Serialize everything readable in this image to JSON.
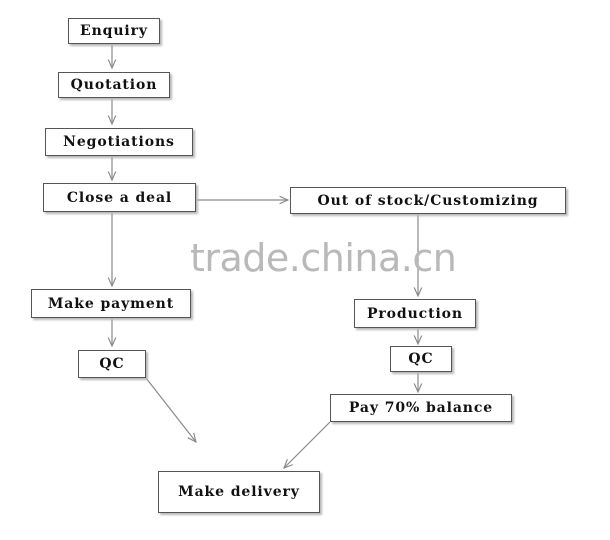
{
  "nodes": {
    "enquiry": "Enquiry",
    "quotation": "Quotation",
    "negotiations": "Negotiations",
    "close_deal": "Close a deal",
    "out_of_stock": "Out of stock/Customizing",
    "make_payment": "Make payment",
    "production": "Production",
    "qc_left": "QC",
    "qc_right": "QC",
    "pay_balance": "Pay 70% balance",
    "make_delivery": "Make delivery"
  },
  "watermark": "trade.china.cn",
  "edges": [
    {
      "from": "enquiry",
      "to": "quotation"
    },
    {
      "from": "quotation",
      "to": "negotiations"
    },
    {
      "from": "negotiations",
      "to": "close_deal"
    },
    {
      "from": "close_deal",
      "to": "make_payment"
    },
    {
      "from": "close_deal",
      "to": "out_of_stock"
    },
    {
      "from": "out_of_stock",
      "to": "production"
    },
    {
      "from": "make_payment",
      "to": "qc_left"
    },
    {
      "from": "production",
      "to": "qc_right"
    },
    {
      "from": "qc_right",
      "to": "pay_balance"
    },
    {
      "from": "qc_left",
      "to": "make_delivery"
    },
    {
      "from": "pay_balance",
      "to": "make_delivery"
    }
  ]
}
